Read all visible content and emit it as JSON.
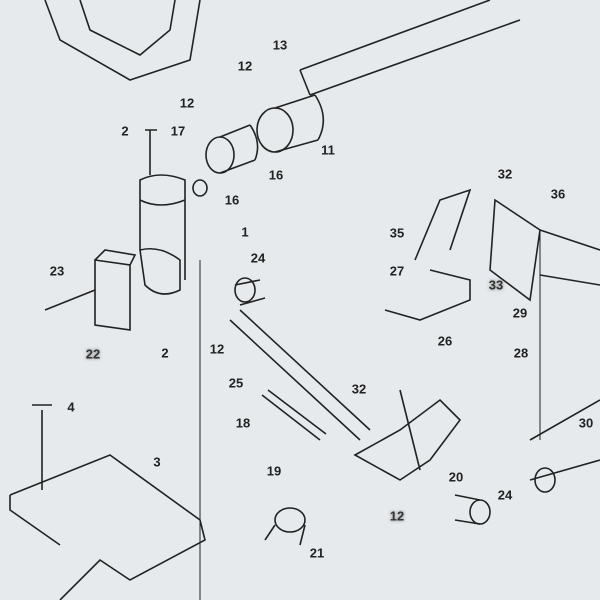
{
  "diagram": {
    "type": "exploded parts diagram",
    "colors": {
      "background": "#e6eaec",
      "ink": "#222222"
    },
    "labels": [
      "13",
      "12",
      "12",
      "2",
      "17",
      "11",
      "16",
      "16",
      "1",
      "24",
      "23",
      "22",
      "2",
      "12",
      "25",
      "18",
      "19",
      "4",
      "3",
      "21",
      "12",
      "24",
      "20",
      "32",
      "26",
      "27",
      "29",
      "28",
      "33",
      "35",
      "32",
      "36",
      "30"
    ]
  }
}
